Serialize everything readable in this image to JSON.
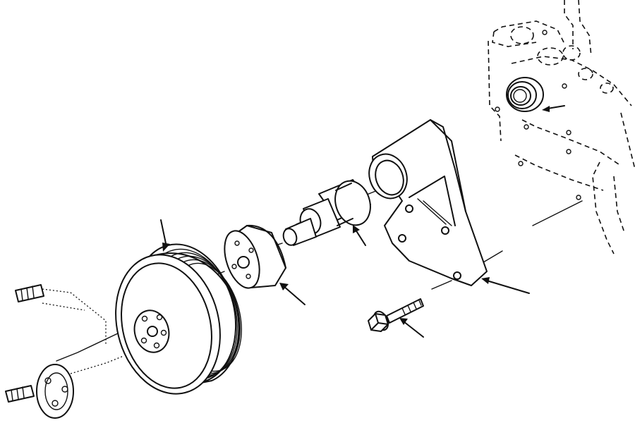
{
  "diagram": {
    "style": "exploded parts illustration",
    "parts": [
      {
        "id": "crankshaft-pulley",
        "icon": "pulley-icon"
      },
      {
        "id": "pulley-spacer",
        "icon": "spacer-icon"
      },
      {
        "id": "idler-shaft",
        "icon": "shaft-icon"
      },
      {
        "id": "support-bracket",
        "icon": "bracket-icon"
      },
      {
        "id": "flange-bolt",
        "icon": "bolt-icon"
      },
      {
        "id": "shaft-seal",
        "icon": "seal-icon"
      },
      {
        "id": "engine-block",
        "icon": "engine-block-icon"
      }
    ],
    "callout_count": 6,
    "line_color": "#111111",
    "background_color": "#ffffff"
  }
}
